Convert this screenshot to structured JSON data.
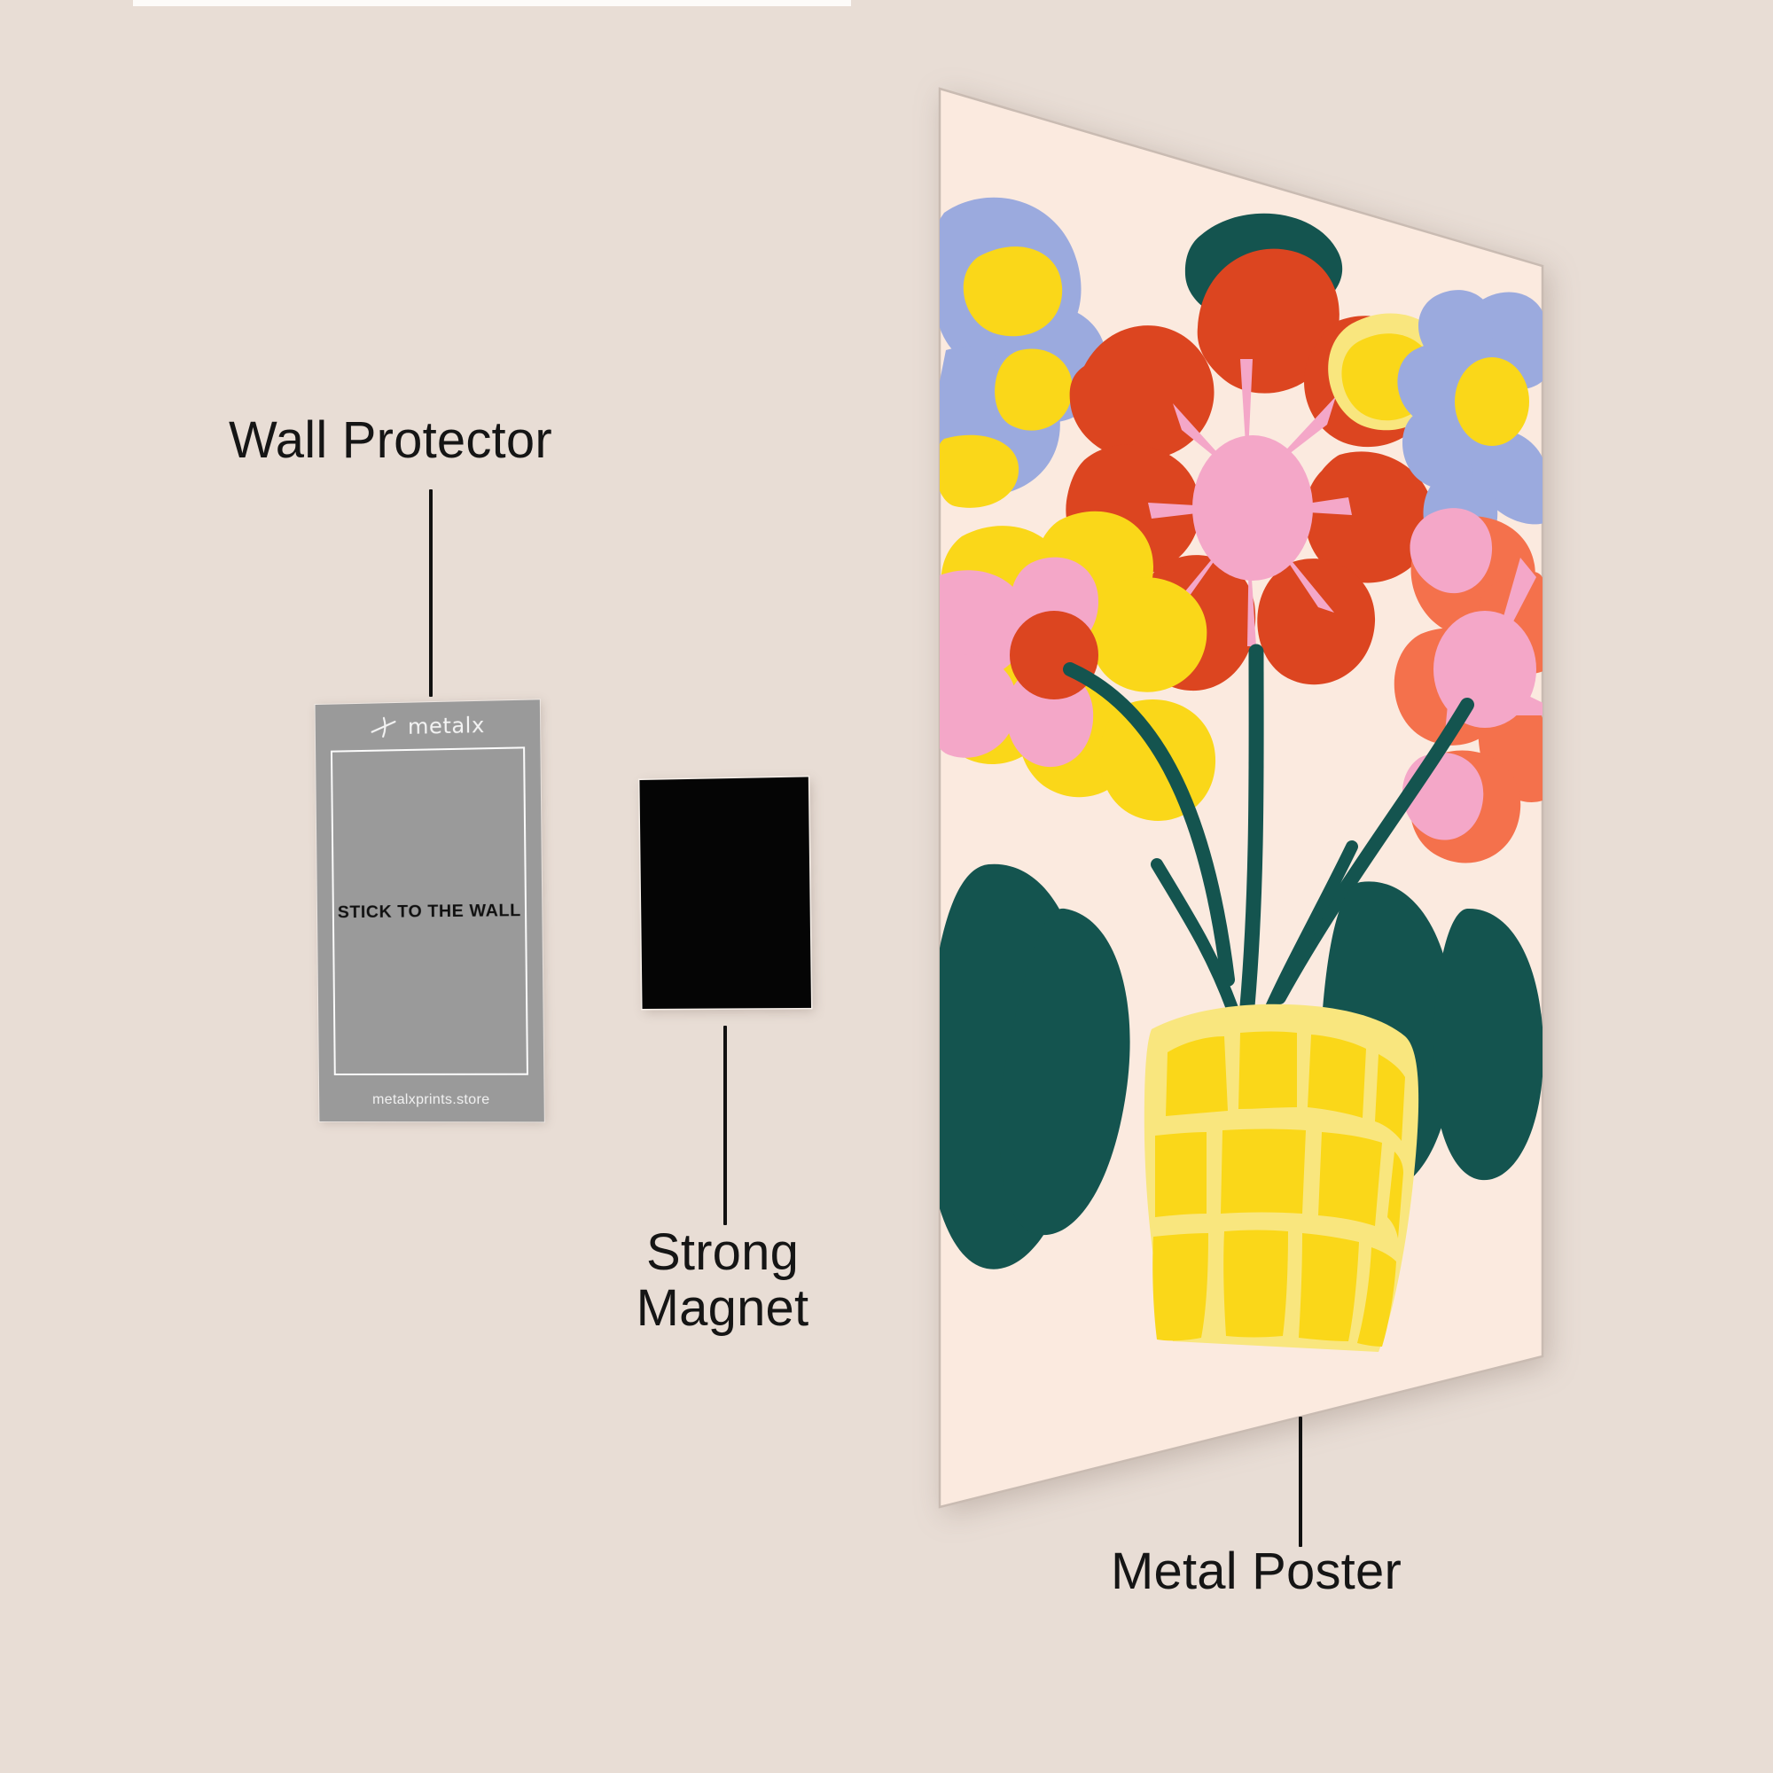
{
  "scene": {
    "background_color": "#E8DDD5",
    "type": "product-infographic"
  },
  "labels": {
    "wall_protector": "Wall Protector",
    "strong_magnet_line1": "Strong",
    "strong_magnet_line2": "Magnet",
    "metal_poster": "Metal Poster"
  },
  "wall_protector_card": {
    "brand_name": "metalx",
    "brand_mark": "metalx-cross-icon",
    "cta_text": "STICK TO THE WALL",
    "url_text": "metalxprints.store",
    "card_color": "#9A9A9A",
    "frame_color": "#FBFBFB",
    "cta_color": "#101010"
  },
  "magnet": {
    "color": "#050505",
    "edge_color": "#F6EFE9"
  },
  "metal_poster": {
    "art_background": "#FBEADF",
    "palette": {
      "cream": "#FBEADF",
      "periwinkle": "#9BAADE",
      "yellow": "#FAD719",
      "pale_yellow": "#F9E67E",
      "red": "#DC4520",
      "pink": "#F4A7C8",
      "coral": "#F4714C",
      "teal": "#14544F"
    },
    "motifs": [
      "periwinkle-pansy-top-left",
      "teal-leaf-top",
      "red-daisy-center",
      "yellow-pink-daisy-left",
      "periwinkle-daisy-right",
      "coral-pink-daisy-right",
      "teal-leaves-bottom",
      "yellow-woven-vase"
    ]
  }
}
